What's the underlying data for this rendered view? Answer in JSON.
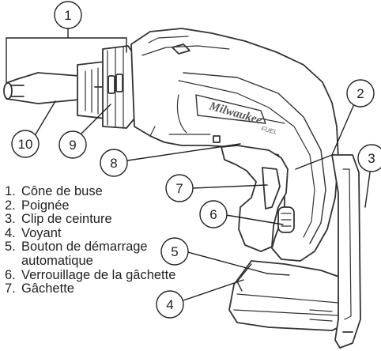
{
  "callouts": [
    "1",
    "2",
    "3",
    "4",
    "5",
    "6",
    "7",
    "8",
    "9",
    "10"
  ],
  "brand_mark": "Milwaukee",
  "fuel_mark": "FUEL",
  "legend": [
    {
      "num": "1.",
      "text": "Cône de buse"
    },
    {
      "num": "2.",
      "text": "Poignée"
    },
    {
      "num": "3.",
      "text": "Clip de ceinture"
    },
    {
      "num": "4.",
      "text": "Voyant"
    },
    {
      "num": "5.",
      "text": "Bouton de démarrage automatique"
    },
    {
      "num": "6.",
      "text": "Verrouillage de la gâchette"
    },
    {
      "num": "7.",
      "text": "Gâchette"
    }
  ]
}
